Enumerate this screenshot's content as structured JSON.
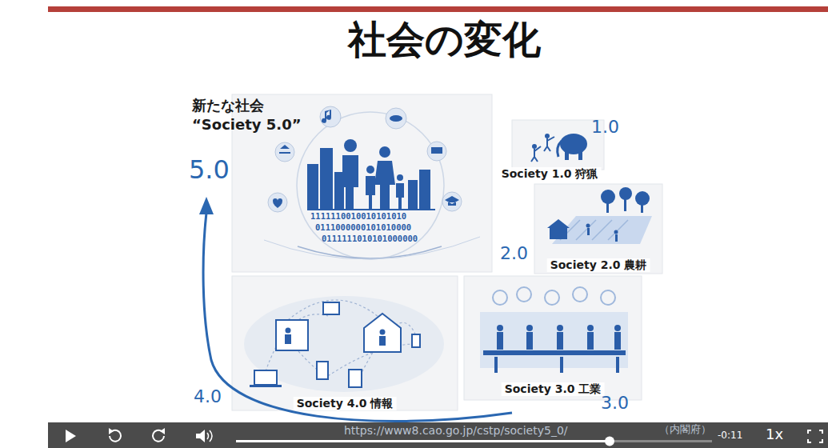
{
  "diagram": {
    "title": "社会の変化",
    "nodes": [
      {
        "text": [
          "新たな社会 “Society 5.0”"
        ]
      },
      {
        "text": [
          "Society 1.0 狩猟"
        ]
      },
      {
        "text": [
          "Society 2.0 農耕"
        ]
      },
      {
        "text": [
          "Society 4.0 情報"
        ]
      },
      {
        "text": [
          "Society 3.0 工業"
        ]
      }
    ],
    "labels": [
      "5.0",
      "1.0",
      "2.0",
      "4.0",
      "3.0",
      "1111110010010101010",
      "0111000000101010000",
      "0111111010101000000",
      "https://www8.cao.go.jp/cstp/society5_0/",
      "（内閣府）",
      "-0:11",
      "1x"
    ]
  }
}
